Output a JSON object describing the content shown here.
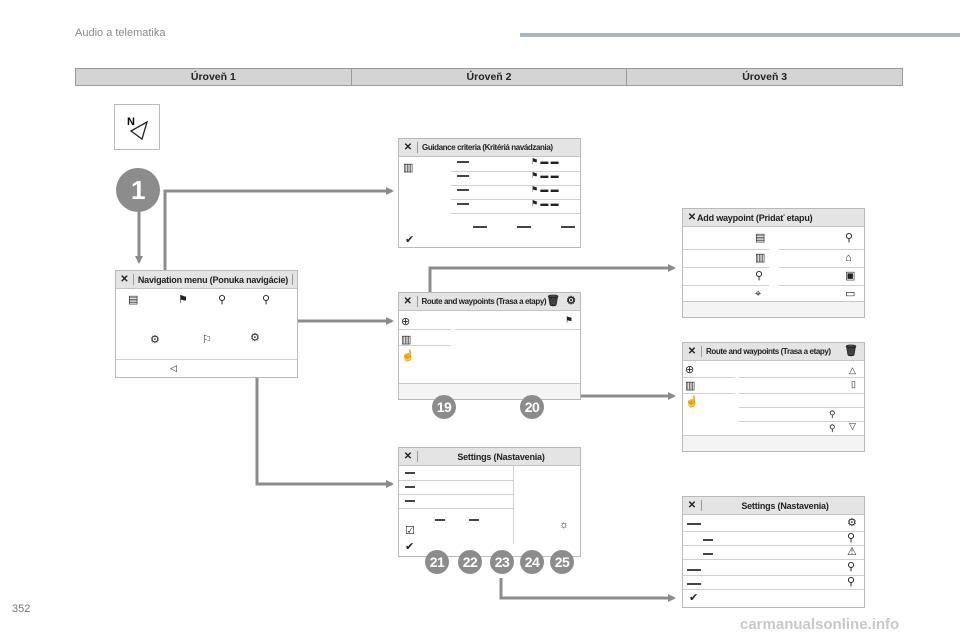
{
  "header": {
    "section_title": "Audio a telematika",
    "page_number": "352"
  },
  "levels": [
    "Úroveň 1",
    "Úroveň 2",
    "Úroveň 3"
  ],
  "badges": [
    "1",
    "19",
    "20",
    "21",
    "22",
    "23",
    "24",
    "25"
  ],
  "screens": {
    "nav_menu": {
      "title": "Navigation menu (Ponuka navigácie)"
    },
    "guidance": {
      "title": "Guidance criteria (Kritériá navádzania)"
    },
    "route_mid": {
      "title": "Route and waypoints (Trasa a etapy)"
    },
    "settings_mid": {
      "title": "Settings (Nastavenia)"
    },
    "add_waypoint": {
      "title": "Add waypoint (Pridať etapu)"
    },
    "route_right": {
      "title": "Route and waypoints (Trasa a etapy)"
    },
    "settings_right": {
      "title": "Settings (Nastavenia)"
    }
  },
  "watermark": "carmanualsonline.info",
  "colors": {
    "connector": "#8c8c8c",
    "badge": "#8c8c8c",
    "header_line": "#aeb6c0"
  },
  "icons": [
    "compass-north-icon",
    "close-icon",
    "checkmark-icon",
    "plus-circle-icon",
    "map-icon",
    "hand-icon",
    "flag-icon",
    "trash-icon",
    "gear-icon",
    "search-icon",
    "home-icon",
    "folder-icon",
    "warning-icon",
    "location-pin-icon"
  ]
}
